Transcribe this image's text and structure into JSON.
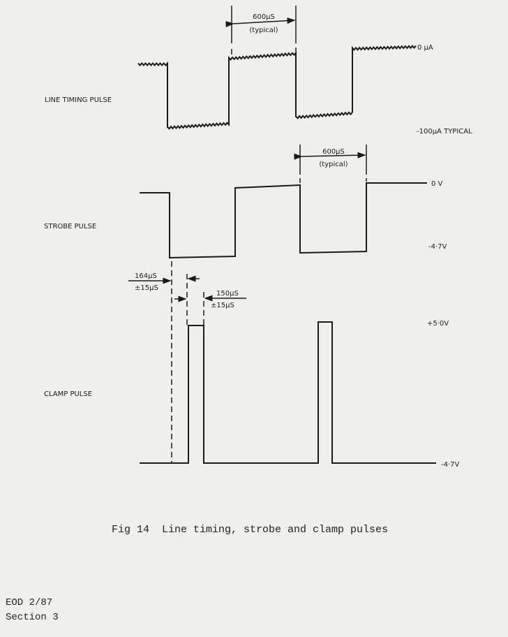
{
  "figure": {
    "caption": "Fig 14  Line timing, strobe and clamp pulses",
    "line_timing": {
      "title": "LINE TIMING PULSE",
      "high_label": "0 µA",
      "low_label": "-100µA TYPICAL",
      "period_value": "600µS",
      "period_note": "(typical)"
    },
    "strobe": {
      "title": "STROBE PULSE",
      "high_label": "0 V",
      "low_label": "-4·7V",
      "period_value": "600µS",
      "period_note": "(typical)"
    },
    "clamp": {
      "title": "CLAMP PULSE",
      "high_label": "+5·0V",
      "low_label": "-4·7V",
      "delay_value": "164µS",
      "delay_tol": "±15µS",
      "width_value": "150µS",
      "width_tol": "±15µS"
    }
  },
  "footer": {
    "doc_ref": "EOD 2/87",
    "section": "Section 3"
  }
}
